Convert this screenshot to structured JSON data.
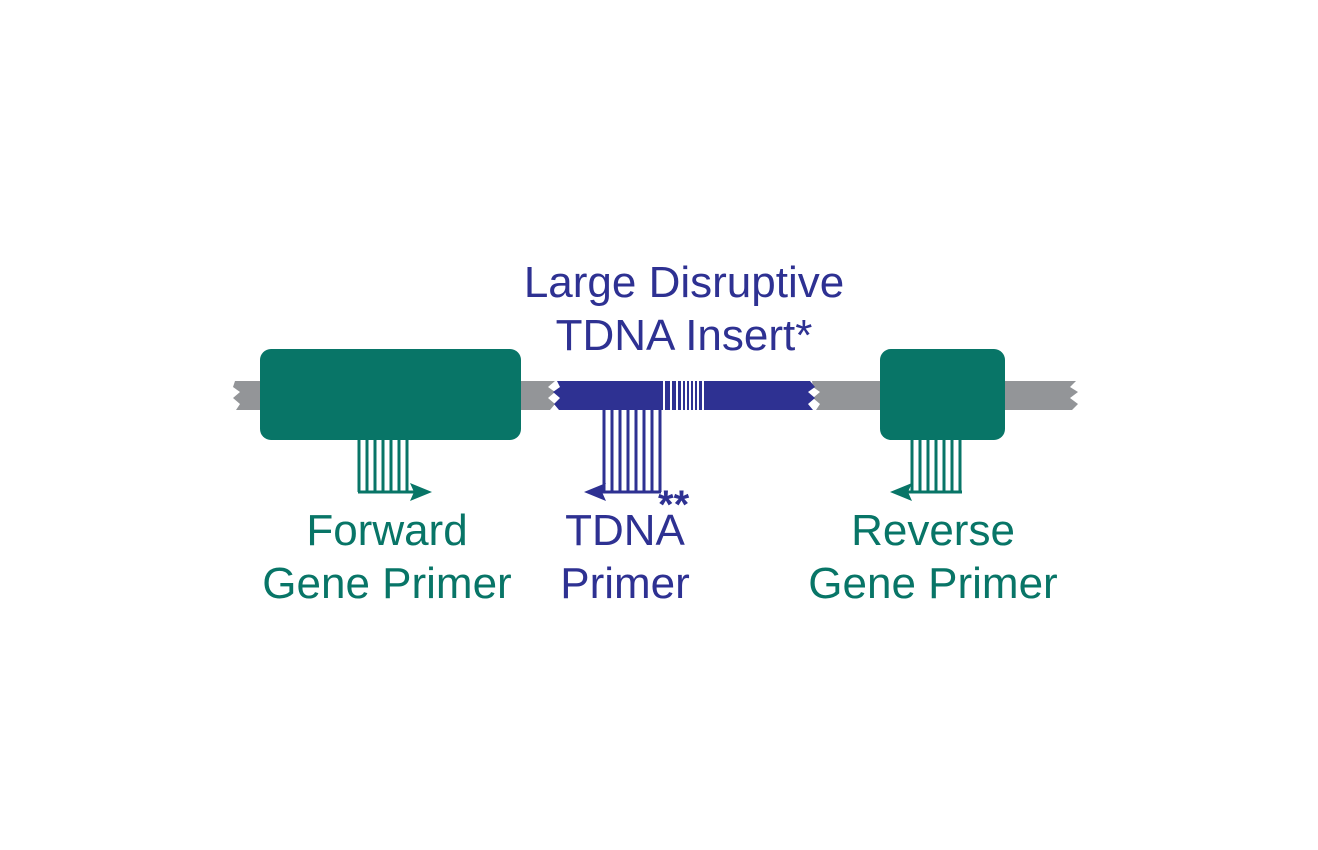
{
  "insert_label": {
    "line1": "Large Disruptive",
    "line2": "TDNA Insert*"
  },
  "forward_label": {
    "line1": "Forward",
    "line2": "Gene Primer"
  },
  "tdna_label": {
    "line1": "TDNA",
    "line2": "Primer",
    "note": "**"
  },
  "reverse_label": {
    "line1": "Reverse",
    "line2": "Gene Primer"
  },
  "colors": {
    "gene": "#087567",
    "tdna": "#2e3192",
    "dna": "#939598",
    "background": "#ffffff"
  }
}
